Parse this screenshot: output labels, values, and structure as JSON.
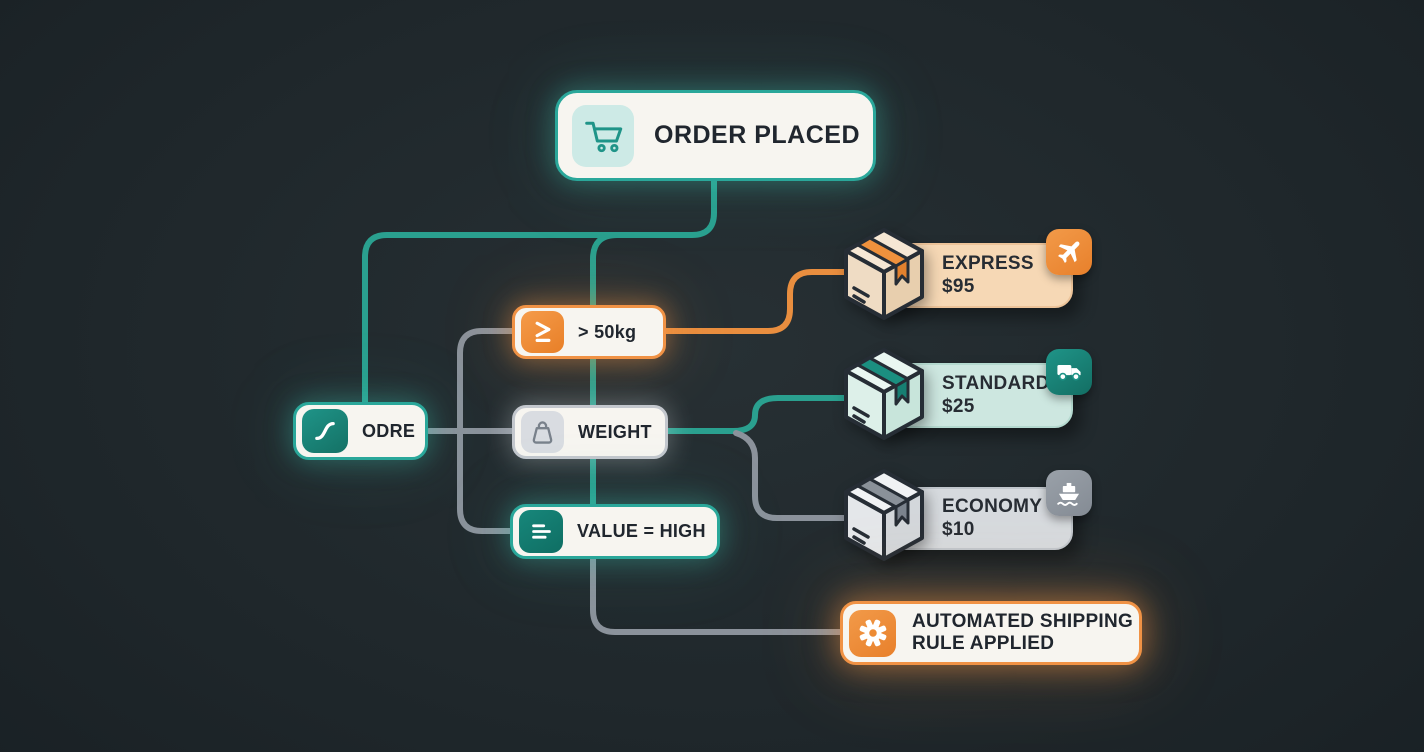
{
  "diagram_title": "Automated shipping rule flowchart",
  "colors": {
    "background": "#1f272b",
    "teal_accent": "#2aa79a",
    "orange_accent": "#f09245",
    "gray_line": "#8b929b",
    "node_bg": "#f7f5f0",
    "express_tag_bg": "#f6d8b5",
    "standard_tag_bg": "#cde7e0",
    "economy_tag_bg": "#d6dade"
  },
  "nodes": {
    "order_placed": {
      "label": "ORDER PLACED",
      "icon": "cart-icon"
    },
    "odre": {
      "label": "ODRE",
      "icon": "curve-icon"
    },
    "over_50kg": {
      "label": "> 50kg",
      "icon": "greater-equal-icon"
    },
    "weight": {
      "label": "WEIGHT",
      "icon": "weight-icon"
    },
    "value_high": {
      "label": "VALUE = HIGH",
      "icon": "list-lines-icon"
    },
    "rule_applied": {
      "label_line1": "AUTOMATED SHIPPING",
      "label_line2": "RULE APPLIED",
      "icon": "gear-icon"
    }
  },
  "shipping_options": [
    {
      "label": "EXPRESS",
      "price": "$95",
      "badge_icon": "plane-icon",
      "theme": "orange"
    },
    {
      "label": "STANDARD",
      "price": "$25",
      "badge_icon": "truck-icon",
      "theme": "teal"
    },
    {
      "label": "ECONOMY",
      "price": "$10",
      "badge_icon": "ship-icon",
      "theme": "gray"
    }
  ]
}
